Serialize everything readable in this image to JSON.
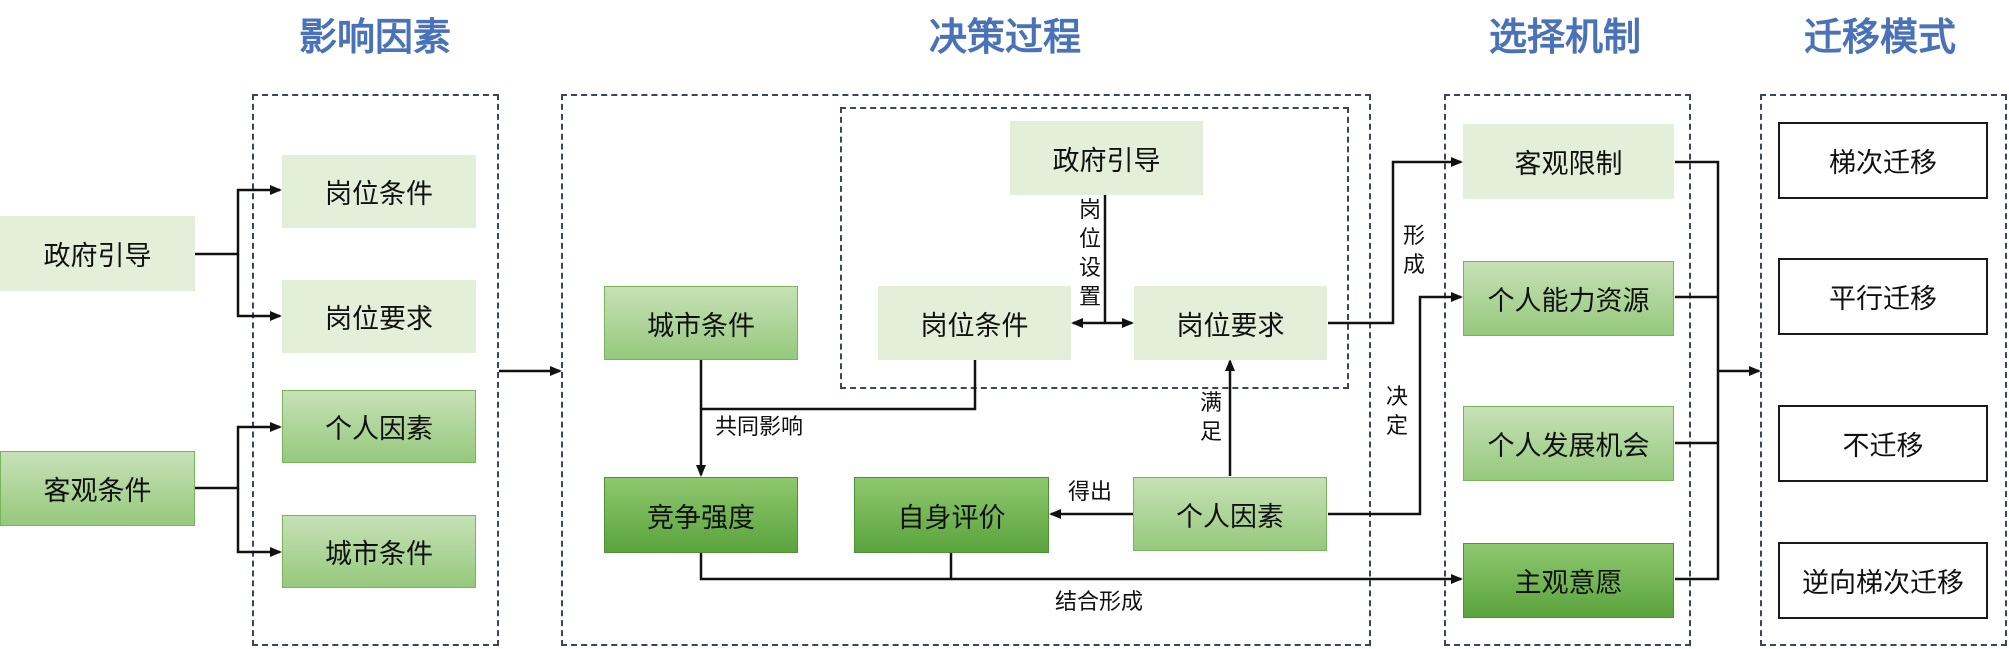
{
  "headers": {
    "factors": "影响因素",
    "decision": "决策过程",
    "selection": "选择机制",
    "migration": "迁移模式"
  },
  "factors": {
    "gov_guidance": "政府引导",
    "objective_conditions": "客观条件",
    "job_conditions": "岗位条件",
    "job_requirements": "岗位要求",
    "personal_factors": "个人因素",
    "city_conditions": "城市条件"
  },
  "decision": {
    "gov_guidance": "政府引导",
    "job_conditions": "岗位条件",
    "job_requirements": "岗位要求",
    "city_conditions": "城市条件",
    "competition": "竞争强度",
    "self_evaluation": "自身评价",
    "personal_factors": "个人因素",
    "label_job_setting": "岗位设置",
    "label_joint_influence": "共同影响",
    "label_satisfy": "满足",
    "label_obtain": "得出",
    "label_combine_form": "结合形成",
    "label_form": "形成",
    "label_determine": "决定"
  },
  "selection": {
    "objective_limits": "客观限制",
    "ability_resources": "个人能力资源",
    "development_opportunities": "个人发展机会",
    "subjective_will": "主观意愿"
  },
  "migration": {
    "stepwise": "梯次迁移",
    "parallel": "平行迁移",
    "no_migration": "不迁移",
    "reverse_stepwise": "逆向梯次迁移"
  },
  "colors": {
    "header": "#4a72b8",
    "pale_green": "#e3efd9",
    "mid_green": "#95c97d",
    "deep_green": "#5aa33c",
    "frame": "#3a4565",
    "line": "#111111"
  }
}
